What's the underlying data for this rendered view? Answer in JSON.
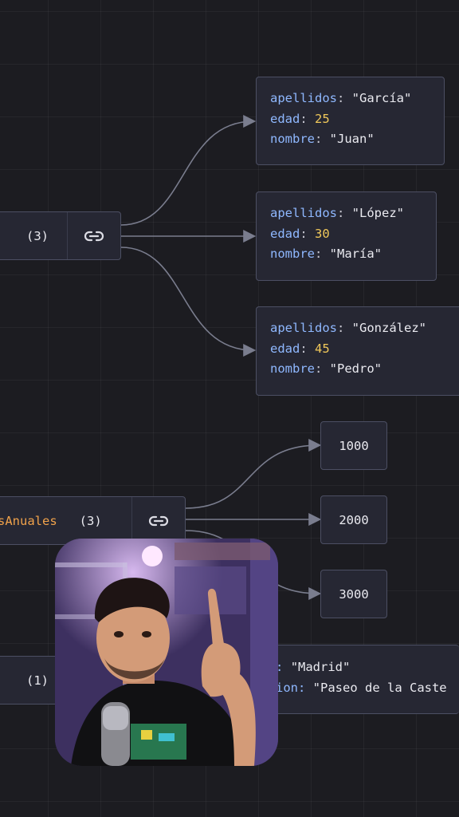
{
  "people": [
    {
      "apellidos_key": "apellidos",
      "apellidos": "\"García\"",
      "edad_key": "edad",
      "edad": "25",
      "nombre_key": "nombre",
      "nombre": "\"Juan\""
    },
    {
      "apellidos_key": "apellidos",
      "apellidos": "\"López\"",
      "edad_key": "edad",
      "edad": "30",
      "nombre_key": "nombre",
      "nombre": "\"María\""
    },
    {
      "apellidos_key": "apellidos",
      "apellidos": "\"González\"",
      "edad_key": "edad",
      "edad": "45",
      "nombre_key": "nombre",
      "nombre": "\"Pedro\""
    }
  ],
  "people_array": {
    "count": "(3)",
    "icon": "link-icon"
  },
  "ventas": {
    "label": "sAnuales",
    "count": "(3)",
    "icon": "link-icon",
    "values": [
      "1000",
      "2000",
      "3000"
    ]
  },
  "direccion": {
    "count": "(1)",
    "row1_key_fragment": ":",
    "row1_value": "\"Madrid\"",
    "row2_key_fragment": "ion:",
    "row2_value": "\"Paseo de la Caste"
  },
  "colors": {
    "background": "#1c1c21",
    "node": "#262733",
    "border": "#4c4f63",
    "key": "#8fb8ff",
    "number": "#f0c85a",
    "label": "#f0a24b"
  }
}
